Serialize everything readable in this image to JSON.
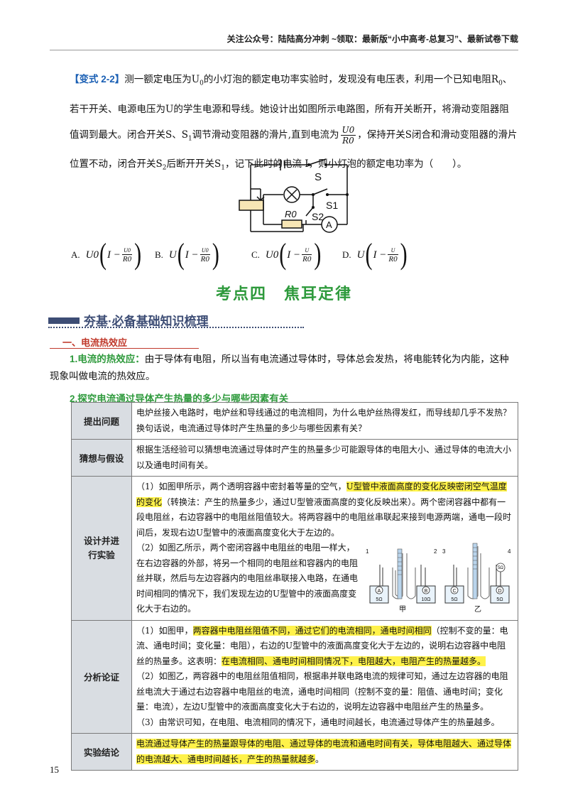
{
  "header": {
    "text": "关注公众号：陆陆高分冲刺 ~领取：最新版“小中高考-总复习”、最新试卷下载"
  },
  "problem": {
    "tag": "【变式 2-2】",
    "text_part1": "测一额定电压为U",
    "text_part1_sub": "0",
    "text_part2": "的小灯泡的额定电功率实验时，发现没有电压表，利用一个已知电阻R",
    "text_part2_sub": "0",
    "text_part3": "、若干开关、电源电压为U的学生电源和导线。她设计出如图所示电路图，所有开关断开，将滑动变阻器阻值调到最大。闭合开关S、S",
    "text_part3_sub": "1",
    "text_part4": "调节滑动变阻器的滑片,直到电流为",
    "frac_num": "U0",
    "frac_den": "R0",
    "text_part5": "，保持开关S闭合和滑动变阻器的滑片位置不动，闭合开关S",
    "text_part5_sub": "2",
    "text_part6": "后断开开关S",
    "text_part6_sub": "1",
    "text_part7": "，记下此时的电流 I，则小灯泡的额定电功率为（　　）。"
  },
  "circuit": {
    "labels": [
      "S",
      "S1",
      "S2",
      "R0",
      "A"
    ]
  },
  "options": [
    {
      "label": "A.",
      "prefix": "U0",
      "minus_frac_num": "U0",
      "minus_frac_den": "R0"
    },
    {
      "label": "B.",
      "prefix": "U",
      "minus_frac_num": "U0",
      "minus_frac_den": "R0"
    },
    {
      "label": "C.",
      "prefix": "U0",
      "minus_frac_num": "U",
      "minus_frac_den": "R0"
    },
    {
      "label": "D.",
      "prefix": "U",
      "minus_frac_num": "U",
      "minus_frac_den": "R0"
    }
  ],
  "section_title": "考点四　焦耳定律",
  "banner": "夯基·必备基础知识梳理",
  "sub1": "一、电流热效应",
  "item1": {
    "title": "1.电流的热效应：",
    "text": "由于导体有电阻，所以当有电流通过导体时，导体总会发热，将电能转化为内能，这种现象叫做电流的热效应。"
  },
  "item2": "2.探究电流通过导体产生热量的多少与哪些因素有关",
  "table": {
    "rows": {
      "r1": {
        "label": "提出问题",
        "text": "电炉丝接入电路时，电炉丝和导线通过的电流相同，为什么电炉丝热得发红，而导线却几乎不发热？换句话说，电流通过导体时产生热量的多少与哪些因素有关？"
      },
      "r2": {
        "label": "猜想与假设",
        "text": "根据生活经验可以猜想电流通过导体时产生的热量多少可能跟导体的电阻大小、通过导体的电流大小以及通电时间有关。"
      },
      "r3": {
        "label": "设计并进行实验",
        "p1_a": "（1）如图甲所示，两个透明容器中密封着等量的空气，",
        "p1_hl": "U型管中液面高度的变化反映密闭空气温度的变化",
        "p1_b": "（转换法：产生的热量多少，通过U型管液面高度的变化反映出来）。两个密闭容器中都有一段电阻丝，右边容器中的电阻丝阻值较大。将两容器中的电阻丝串联起来接到电源两端，通电一段时间后，发现右边U型管中的液面高度变化大于左边的。",
        "p2": "（2）如图乙所示，两个密闭容器中电阻丝的电阻一样大，在右边容器的外部，将另一个相同的电阻丝和容器内的电阻丝并联，然后与左边容器内的电阻丝串联接入电路，在通电时间相同的情况下，我们发现左边的U型管中的液面高度变化大于右边的。",
        "fig": {
          "nums": [
            "1",
            "2",
            "3",
            "4"
          ],
          "containers": [
            "A",
            "B",
            "C",
            "D"
          ],
          "resistors": [
            "5Ω",
            "10Ω",
            "5Ω",
            "5Ω",
            "5Ω"
          ],
          "captions": [
            "甲",
            "乙"
          ]
        }
      },
      "r4": {
        "label": "分析论证",
        "p1_a": "（1）如图甲，",
        "p1_hl": "两容器中电阻丝阻值不同，通过它们的电流相同，通电时间相同",
        "p1_b": "（控制不变的量：电流、通电时间；变化量：电阻），右边的U型管中的液面高度变化大于左边的，说明右边容器中电阻丝的热量多。这表明：",
        "p1_hl2": "在电流相同、通电时间相同情况下，电阻越大，电阻产生的热量越多。",
        "p2": "（2）如图乙，两容器中的电阻丝阻值相同，根据串并联电路电流的规律可知，通过左边容器的电阻丝电流大于通过右边容器中电阻丝的电流，通电时间相同（控制不变的量：阻值、通电时间；变化量：电流），左边U型管中的液面高度变化大于右边的，说明左边容器中电阻丝产生的热量多。",
        "p3": "（3）由常识可知，在电阻、电流相同的情况下，通电时间越长，电流通过导体产生的热量越多。"
      },
      "r5": {
        "label": "实验结论",
        "hl_a": "电流通过导体产生的热量跟导体的电阻、通过导体的电流和通电时间有关，导体电阻越大、通过导体的电流越大、通电时间越长，产生的热量就越多",
        "tail": "。"
      }
    }
  },
  "page_number": "15"
}
